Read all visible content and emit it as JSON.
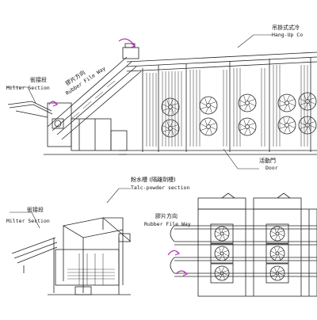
{
  "labels": {
    "hang_up_cn": "吊掛式式冷",
    "hang_up_en": "Hang-Up Co",
    "rubber_way_cn_top": "膠片方向",
    "rubber_way_en_top": "Rubber File Way",
    "milter_cn_top": "銜接段",
    "milter_en_top": "Milter Section",
    "door_cn": "活動門",
    "door_en": "Door",
    "talc_cn": "粉水槽 (隔離劑槽)",
    "talc_en": "Talc-powder section",
    "milter_cn_bottom": "銜接段",
    "milter_en_bottom": "Milter Section",
    "rubber_way_cn_bottom": "膠片方向",
    "rubber_way_en_bottom": "Rubber File Way"
  },
  "icons": {
    "fan": "fan-icon",
    "arrow": "flow-direction-arrow"
  }
}
